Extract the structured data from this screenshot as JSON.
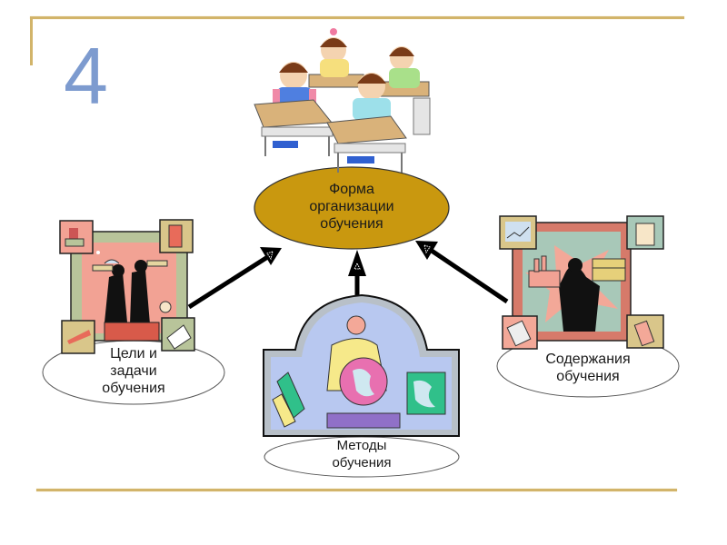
{
  "slide": {
    "number": "4",
    "accent_color": "#d2b46a",
    "center_node": {
      "label_lines": [
        "Форма",
        "организации",
        "обучения"
      ],
      "fill_color": "#c9980f",
      "illustration": "students-at-desks"
    },
    "nodes": [
      {
        "id": "goals",
        "label_lines": [
          "Цели и",
          "задачи",
          "обучения"
        ],
        "illustration": "two-men-with-telescopes"
      },
      {
        "id": "methods",
        "label_lines": [
          "Методы",
          "обучения"
        ],
        "illustration": "teacher-with-globe"
      },
      {
        "id": "content",
        "label_lines": [
          "Содержания",
          "обучения"
        ],
        "illustration": "businessman-with-factory-and-money"
      }
    ],
    "connections": [
      {
        "from": "goals",
        "to": "center"
      },
      {
        "from": "methods",
        "to": "center"
      },
      {
        "from": "content",
        "to": "center"
      }
    ]
  }
}
